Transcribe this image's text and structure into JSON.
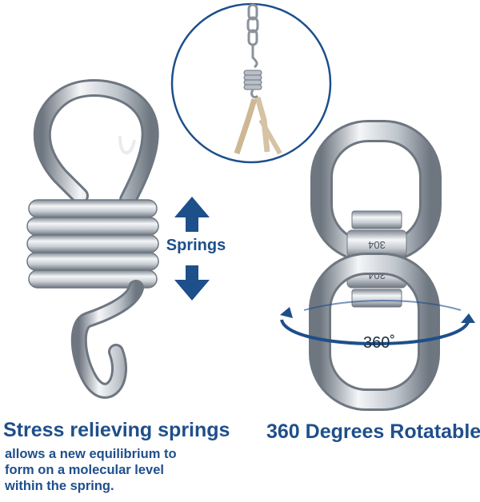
{
  "labels": {
    "springs": "Springs",
    "rotation": "360˚"
  },
  "captions": {
    "left_heading": "Stress relieving springs",
    "left_body": [
      "allows a new equilibrium to",
      "form on a molecular level",
      "within the spring."
    ],
    "right_heading": "360 Degrees Rotatable"
  },
  "colors": {
    "brand_blue": "#1f4f8b",
    "metal_light": "#f2f4f6",
    "metal_dark": "#7d8690",
    "circle_border": "#1d4f8a"
  }
}
